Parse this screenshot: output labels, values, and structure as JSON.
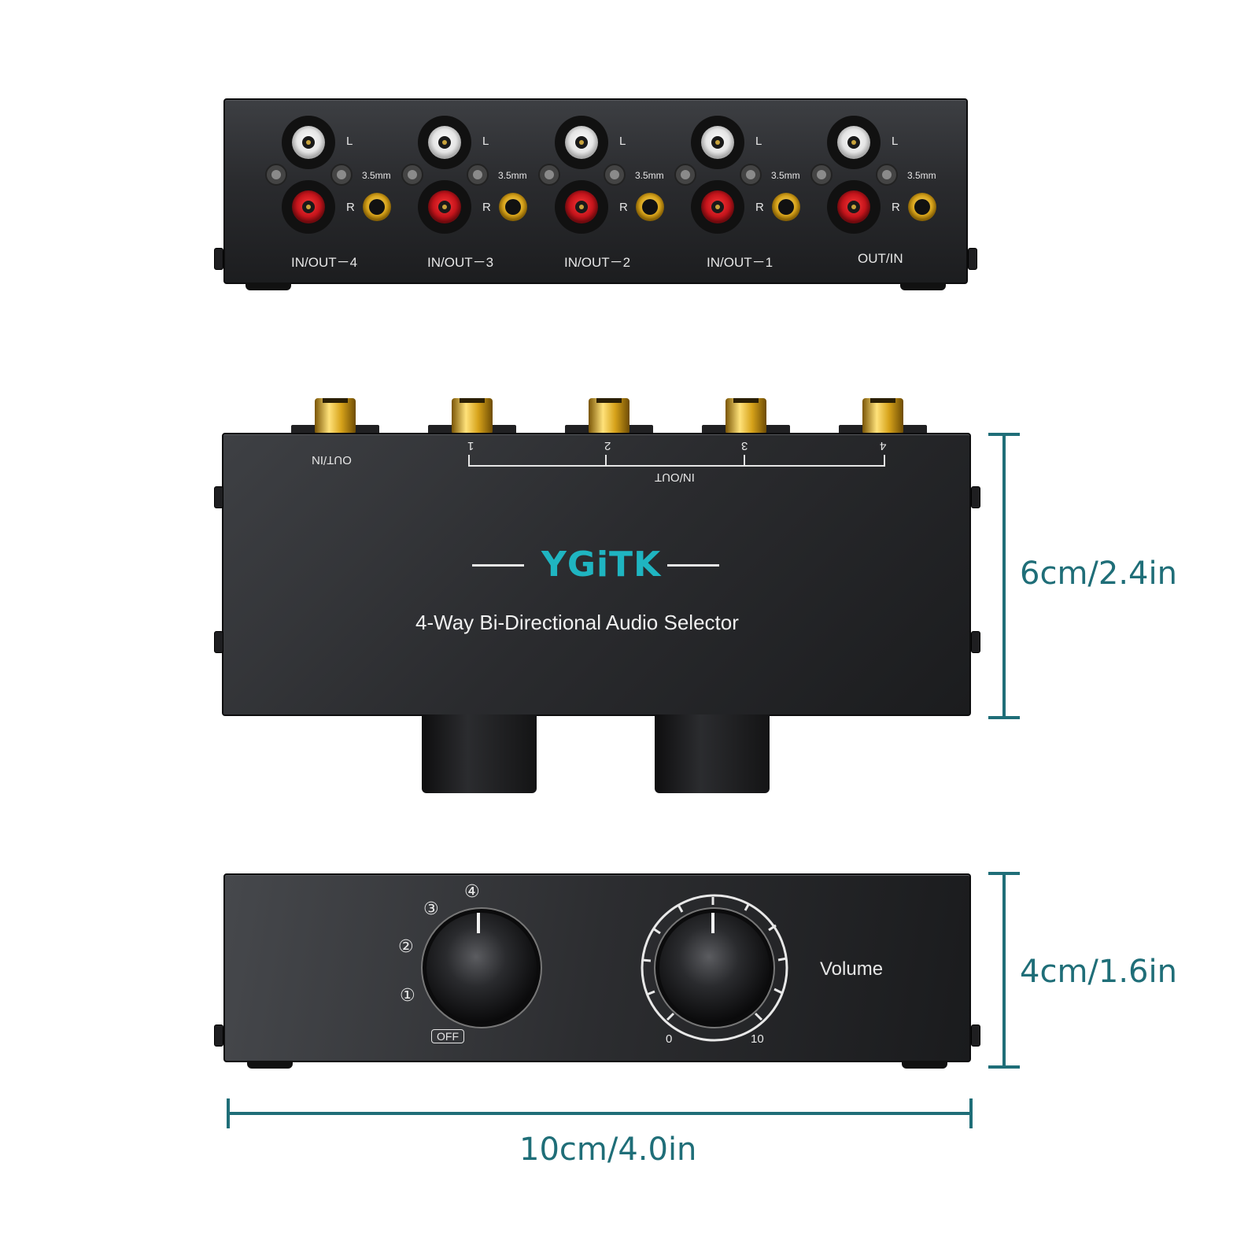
{
  "rear": {
    "ports": [
      {
        "label": "IN/OUT－4",
        "left": "L",
        "right": "R",
        "jack": "3.5mm"
      },
      {
        "label": "IN/OUT－3",
        "left": "L",
        "right": "R",
        "jack": "3.5mm"
      },
      {
        "label": "IN/OUT－2",
        "left": "L",
        "right": "R",
        "jack": "3.5mm"
      },
      {
        "label": "IN/OUT－1",
        "left": "L",
        "right": "R",
        "jack": "3.5mm"
      },
      {
        "label": "OUT/IN",
        "left": "L",
        "right": "R",
        "jack": "3.5mm"
      }
    ]
  },
  "top": {
    "outin_label": "OUT/IN",
    "inout_numbers": [
      "1",
      "2",
      "3",
      "4"
    ],
    "inout_label": "IN/OUT",
    "brand": "YGiTK",
    "product_name": "4-Way Bi-Directional Audio Selector"
  },
  "front": {
    "selector_positions": [
      "④",
      "③",
      "②",
      "①"
    ],
    "off_label": "OFF",
    "volume_label": "Volume",
    "volume_min": "0",
    "volume_max": "10"
  },
  "dimensions": {
    "depth": "6cm/2.4in",
    "height": "4cm/1.6in",
    "width": "10cm/4.0in"
  },
  "colors": {
    "accent": "#1f6e78",
    "brand": "#1fb5c1",
    "rca_white": "#f2f2f2",
    "rca_red": "#c4141b",
    "gold": "#d6a21a"
  }
}
